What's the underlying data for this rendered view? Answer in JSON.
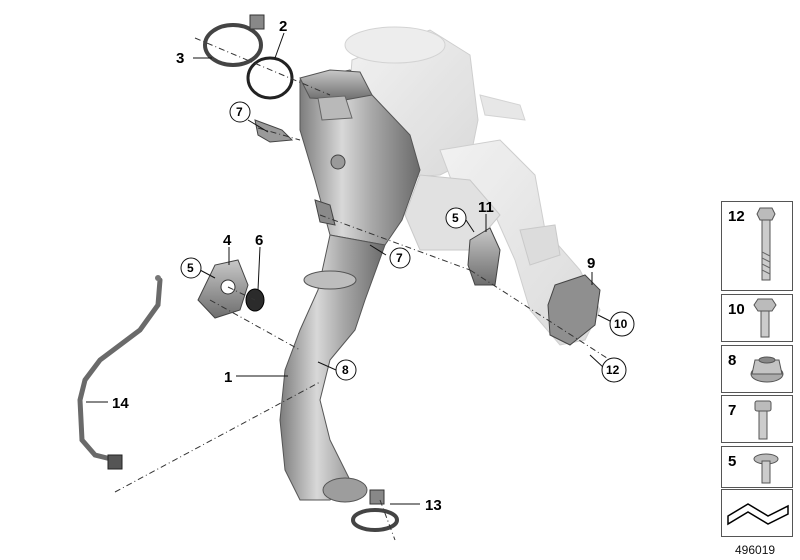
{
  "diagram_id": "496019",
  "callouts": {
    "c1": "1",
    "c2": "2",
    "c3": "3",
    "c4": "4",
    "c5a": "5",
    "c5b": "5",
    "c6": "6",
    "c7a": "7",
    "c7b": "7",
    "c8": "8",
    "c9": "9",
    "c10": "10",
    "c11": "11",
    "c12": "12",
    "c13": "13",
    "c14": "14"
  },
  "hardware": {
    "h12": "12",
    "h10": "10",
    "h8": "8",
    "h7": "7",
    "h5": "5"
  }
}
